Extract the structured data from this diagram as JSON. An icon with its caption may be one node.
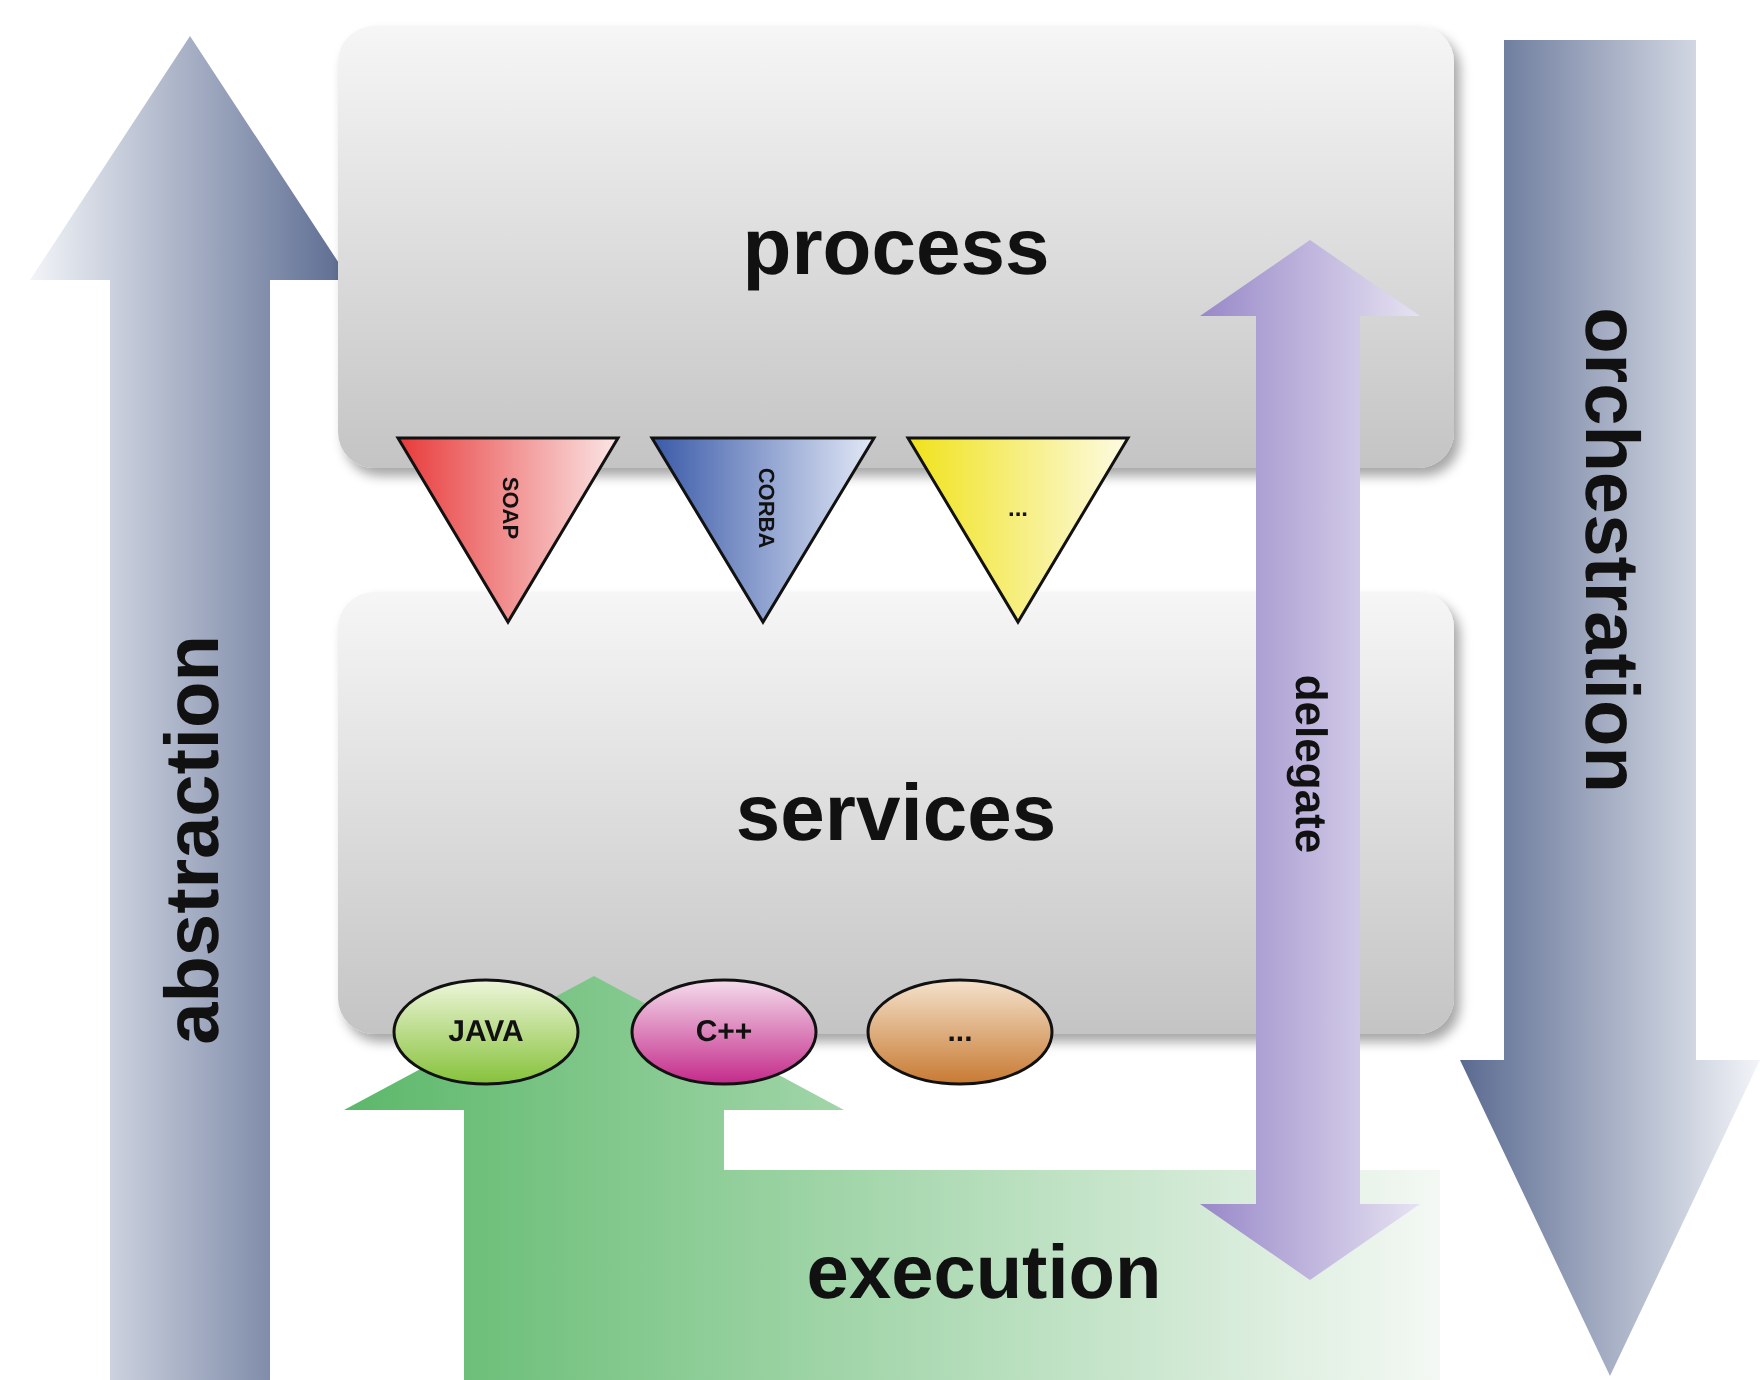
{
  "diagram": {
    "nodes": [
      {
        "text": [
          "process"
        ]
      },
      {
        "text": [
          "SOAP"
        ]
      },
      {
        "text": [
          "CORBA"
        ]
      },
      {
        "text": [
          "..."
        ]
      },
      {
        "text": [
          "services"
        ]
      },
      {
        "text": [
          "JAVA"
        ]
      },
      {
        "text": [
          "C++"
        ]
      },
      {
        "text": [
          "..."
        ]
      }
    ],
    "labels": [
      "abstraction",
      "orchestration",
      "delegate",
      "execution"
    ]
  }
}
